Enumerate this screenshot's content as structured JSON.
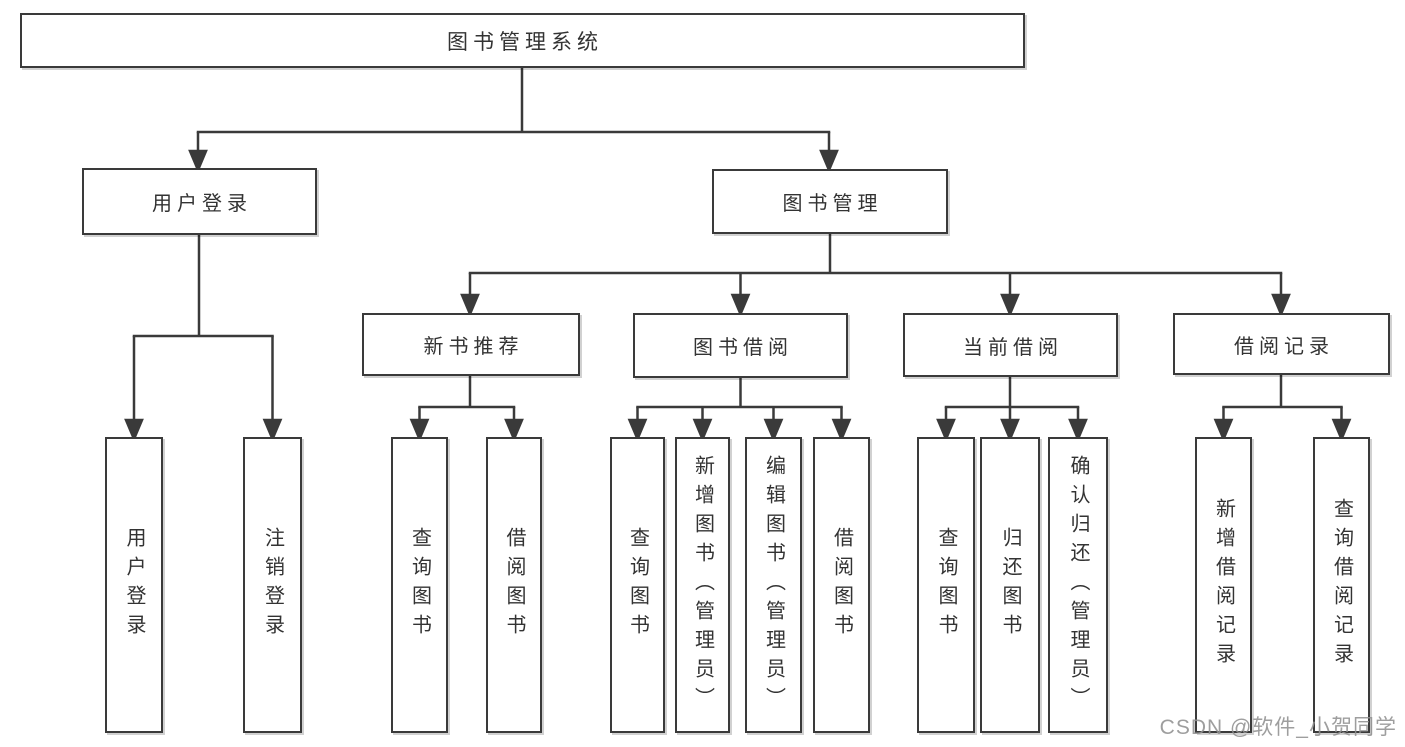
{
  "diagram": {
    "title": "图书管理系统",
    "level2": [
      {
        "label": "用户登录"
      },
      {
        "label": "图书管理"
      }
    ],
    "level3": [
      {
        "label": "新书推荐"
      },
      {
        "label": "图书借阅"
      },
      {
        "label": "当前借阅"
      },
      {
        "label": "借阅记录"
      }
    ],
    "leaves": [
      {
        "label": "用户登录"
      },
      {
        "label": "注销登录"
      },
      {
        "label": "查询图书"
      },
      {
        "label": "借阅图书"
      },
      {
        "label": "查询图书"
      },
      {
        "label": "新增图书（管理员）"
      },
      {
        "label": "编辑图书（管理员）"
      },
      {
        "label": "借阅图书"
      },
      {
        "label": "查询图书"
      },
      {
        "label": "归还图书"
      },
      {
        "label": "确认归还（管理员）"
      },
      {
        "label": "新增借阅记录"
      },
      {
        "label": "查询借阅记录"
      }
    ]
  },
  "watermark": "CSDN @软件_小贺同学",
  "colors": {
    "line": "#3a3a3a",
    "text": "#333333",
    "background": "#ffffff",
    "watermark": "#919191"
  }
}
